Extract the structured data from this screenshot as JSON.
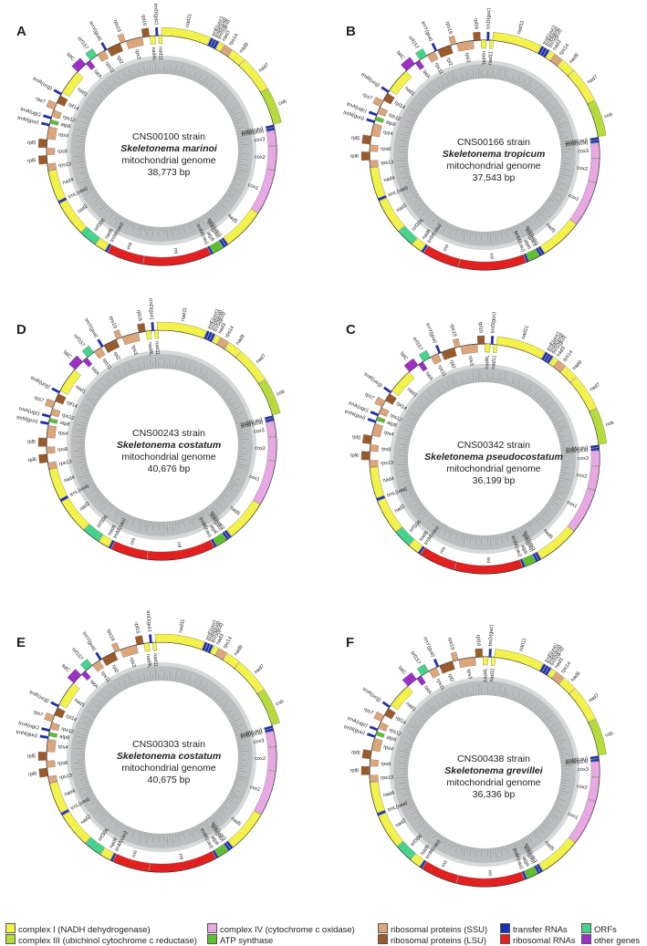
{
  "colors": {
    "complex1": "#f3f24a",
    "complex3": "#b6dc3c",
    "complex4": "#e8a8e3",
    "atp": "#5fbf2e",
    "rps": "#dca57a",
    "rpl": "#9a5a2a",
    "trna": "#1a2fb8",
    "rrna": "#e22020",
    "orf": "#48d38c",
    "other": "#9b2fc6"
  },
  "panels": [
    {
      "letter": "A",
      "strain": "CNS00100 strain",
      "species": "Skeletonema marinoi",
      "genome": "mitochondrial genome",
      "size": "38,773 bp",
      "rotation": 0
    },
    {
      "letter": "B",
      "strain": "CNS00166 strain",
      "species": "Skeletonema tropicum",
      "genome": "mitochondrial genome",
      "size": "37,543 bp",
      "rotation": 4
    },
    {
      "letter": "D",
      "strain": "CNS00243 strain",
      "species": "Skeletonema costatum",
      "genome": "mitochondrial genome",
      "size": "40,676 bp",
      "rotation": -2
    },
    {
      "letter": "C",
      "strain": "CNS00342 strain",
      "species": "Skeletonema pseudocostatum",
      "genome": "mitochondrial genome",
      "size": "36,199 bp",
      "rotation": 6
    },
    {
      "letter": "E",
      "strain": "CNS00303 strain",
      "species": "Skeletonema costatum",
      "genome": "mitochondrial genome",
      "size": "40,675 bp",
      "rotation": -3
    },
    {
      "letter": "F",
      "strain": "CNS00438 strain",
      "species": "Skeletonema grevillei",
      "genome": "mitochondrial genome",
      "size": "36,336 bp",
      "rotation": 5
    }
  ],
  "genes": [
    {
      "name": "nad11",
      "c": "complex1",
      "s": 0,
      "e": 32,
      "out": true
    },
    {
      "name": "trnE(uuc)",
      "c": "trna",
      "s": 33,
      "e": 34,
      "out": true
    },
    {
      "name": "trnH(gug)",
      "c": "trna",
      "s": 35,
      "e": 36,
      "out": true
    },
    {
      "name": "trnS(gcu)",
      "c": "trna",
      "s": 37,
      "e": 38,
      "out": true
    },
    {
      "name": "nad3",
      "c": "complex1",
      "s": 39,
      "e": 42,
      "out": true
    },
    {
      "name": "rps14",
      "c": "rps",
      "s": 43,
      "e": 48,
      "out": true
    },
    {
      "name": "nad9",
      "c": "complex1",
      "s": 49,
      "e": 58,
      "out": true
    },
    {
      "name": "nad7",
      "c": "complex1",
      "s": 59,
      "e": 82,
      "out": true
    },
    {
      "name": "cob",
      "c": "complex3",
      "s": 83,
      "e": 106,
      "out": true
    },
    {
      "name": "trnM(cau)",
      "c": "trna",
      "s": 107,
      "e": 108,
      "out": false
    },
    {
      "name": "trnW(uca)",
      "c": "trna",
      "s": 109,
      "e": 110,
      "out": false
    },
    {
      "name": "cox3",
      "c": "complex4",
      "s": 111,
      "e": 121,
      "out": false
    },
    {
      "name": "cox2",
      "c": "complex4",
      "s": 122,
      "e": 138,
      "out": false
    },
    {
      "name": "cox1",
      "c": "complex4",
      "s": 139,
      "e": 170,
      "out": false
    },
    {
      "name": "nad5",
      "c": "complex1",
      "s": 171,
      "e": 200,
      "out": false
    },
    {
      "name": "trnV(uac)",
      "c": "trna",
      "s": 201,
      "e": 202,
      "out": false
    },
    {
      "name": "trnI(gau)",
      "c": "trna",
      "s": 203,
      "e": 204,
      "out": false
    },
    {
      "name": "atp6",
      "c": "atp",
      "s": 205,
      "e": 212,
      "out": false
    },
    {
      "name": "trnM(cau)",
      "c": "trna",
      "s": 213,
      "e": 214,
      "out": false
    },
    {
      "name": "rnl",
      "c": "rrna",
      "s": 215,
      "e": 262,
      "out": false
    },
    {
      "name": "rns",
      "c": "rrna",
      "s": 263,
      "e": 288,
      "out": false
    },
    {
      "name": "trnM(cau)",
      "c": "trna",
      "s": 289,
      "e": 290,
      "out": false
    },
    {
      "name": "nad6",
      "c": "complex1",
      "s": 291,
      "e": 298,
      "out": false
    },
    {
      "name": "orf306",
      "c": "orf",
      "s": 299,
      "e": 311,
      "out": false
    },
    {
      "name": "nad2",
      "c": "complex1",
      "s": 312,
      "e": 336,
      "out": false
    },
    {
      "name": "trnL(uaa)",
      "c": "trna",
      "s": 337,
      "e": 338,
      "out": false
    },
    {
      "name": "nad4",
      "c": "complex1",
      "s": 339,
      "e": 360,
      "out": false
    }
  ],
  "genes_left": [
    {
      "name": "rps13",
      "c": "rps",
      "s": 361,
      "e": 365
    },
    {
      "name": "rpl6",
      "c": "rpl",
      "s": 366,
      "e": 371
    },
    {
      "name": "rps8",
      "c": "rps",
      "s": 372,
      "e": 376
    },
    {
      "name": "rpl5",
      "c": "rpl",
      "s": 377,
      "e": 382
    },
    {
      "name": "rps4",
      "c": "rps",
      "s": 383,
      "e": 391
    },
    {
      "name": "trnN(guu)",
      "c": "trna",
      "s": 392,
      "e": 393
    },
    {
      "name": "atp8",
      "c": "atp",
      "s": 394,
      "e": 396
    },
    {
      "name": "trnA(ugc)",
      "c": "trna",
      "s": 397,
      "e": 398
    },
    {
      "name": "rps12",
      "c": "rps",
      "s": 399,
      "e": 403
    },
    {
      "name": "rps7",
      "c": "rps",
      "s": 404,
      "e": 408
    },
    {
      "name": "rpl14",
      "c": "rpl",
      "s": 409,
      "e": 414
    },
    {
      "name": "trnR(ucg)",
      "c": "trna",
      "s": 415,
      "e": 416
    },
    {
      "name": "nad1",
      "c": "complex1",
      "s": 417,
      "e": 434
    },
    {
      "name": "tatC",
      "c": "other",
      "s": 435,
      "e": 442
    },
    {
      "name": "tatA",
      "c": "other",
      "s": 443,
      "e": 446
    },
    {
      "name": "orf157",
      "c": "orf",
      "s": 447,
      "e": 452
    },
    {
      "name": "rps11",
      "c": "rps",
      "s": 453,
      "e": 458
    },
    {
      "name": "trnY(gua)",
      "c": "trna",
      "s": 459,
      "e": 460
    },
    {
      "name": "rpl2",
      "c": "rpl",
      "s": 461,
      "e": 470
    },
    {
      "name": "rps19",
      "c": "rps",
      "s": 471,
      "e": 474
    },
    {
      "name": "rps3",
      "c": "rps",
      "s": 475,
      "e": 486
    },
    {
      "name": "rpl16",
      "c": "rpl",
      "s": 487,
      "e": 491
    },
    {
      "name": "nad4L",
      "c": "complex1",
      "s": 492,
      "e": 495
    },
    {
      "name": "trnD(guc)",
      "c": "trna",
      "s": 496,
      "e": 497
    },
    {
      "name": "nad11",
      "c": "complex1",
      "s": 498,
      "e": 500
    }
  ],
  "legend": [
    {
      "label": "complex I (NADH dehydrogenase)",
      "c": "complex1"
    },
    {
      "label": "complex III (ubichinol cytochrome c reductase)",
      "c": "complex3"
    },
    {
      "label": "complex IV (cytochrome c oxidase)",
      "c": "complex4"
    },
    {
      "label": "ATP synthase",
      "c": "atp"
    },
    {
      "label": "ribosomal proteins (SSU)",
      "c": "rps"
    },
    {
      "label": "ribosomal proteins (LSU)",
      "c": "rpl"
    },
    {
      "label": "transfer RNAs",
      "c": "trna"
    },
    {
      "label": "ribosomal RNAs",
      "c": "rrna"
    },
    {
      "label": "ORFs",
      "c": "orf"
    },
    {
      "label": "other genes",
      "c": "other"
    }
  ]
}
